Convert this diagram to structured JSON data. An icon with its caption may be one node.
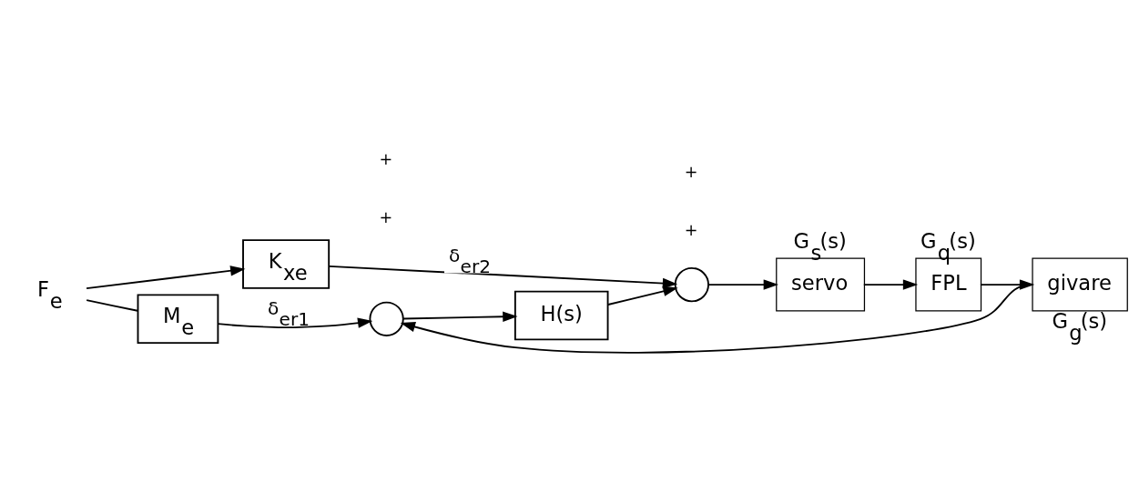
{
  "diagram": {
    "nodes": [
      {
        "text": [
          "F$_{e}$"
        ]
      },
      {
        "text": [
          "K$_{xe}$"
        ]
      },
      {
        "text": [
          "M$_{e}$"
        ]
      },
      {
        "text": [],
        "shape": "circle"
      },
      {
        "text": [
          "H(s)"
        ]
      },
      {
        "text": [],
        "shape": "circle"
      },
      {
        "text": [
          "servo"
        ],
        "beside": [
          "G$_{s}$(s)"
        ]
      },
      {
        "text": [
          "FPL"
        ],
        "beside": [
          "G$_{q}$(s)"
        ]
      },
      {
        "text": [
          "givare"
        ],
        "beside": [
          "G$_{g}$(s)"
        ]
      }
    ],
    "edges": [
      {
        "from": 0,
        "to": 1,
        "arrow": "to"
      },
      {
        "from": 0,
        "to": 2,
        "arrow": "none"
      },
      {
        "from": 2,
        "to": 3,
        "arrow": "to",
        "label": "δ$_{er1}$"
      },
      {
        "from": 1,
        "to": 5,
        "arrow": "to",
        "label": "δ$_{er2}$"
      },
      {
        "from": 3,
        "to": 4,
        "arrow": "to"
      },
      {
        "from": 4,
        "to": 5,
        "arrow": "to"
      },
      {
        "from": 5,
        "to": 6,
        "arrow": "to"
      },
      {
        "from": 6,
        "to": 7,
        "arrow": "to"
      },
      {
        "from": 7,
        "to": 8,
        "arrow": "to"
      },
      {
        "from": 8,
        "to": 3,
        "arrow": "to"
      }
    ],
    "labels": [
      "+",
      "+",
      "+",
      "+"
    ]
  }
}
